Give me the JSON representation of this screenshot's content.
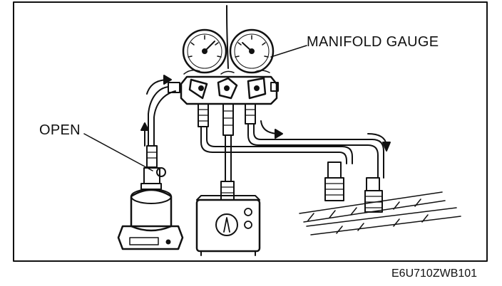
{
  "labels": {
    "manifold_gauge": "MANIFOLD GAUGE",
    "open": "OPEN",
    "figure_code": "E6U710ZWB101"
  },
  "colors": {
    "ink": "#111111",
    "background": "#ffffff"
  }
}
